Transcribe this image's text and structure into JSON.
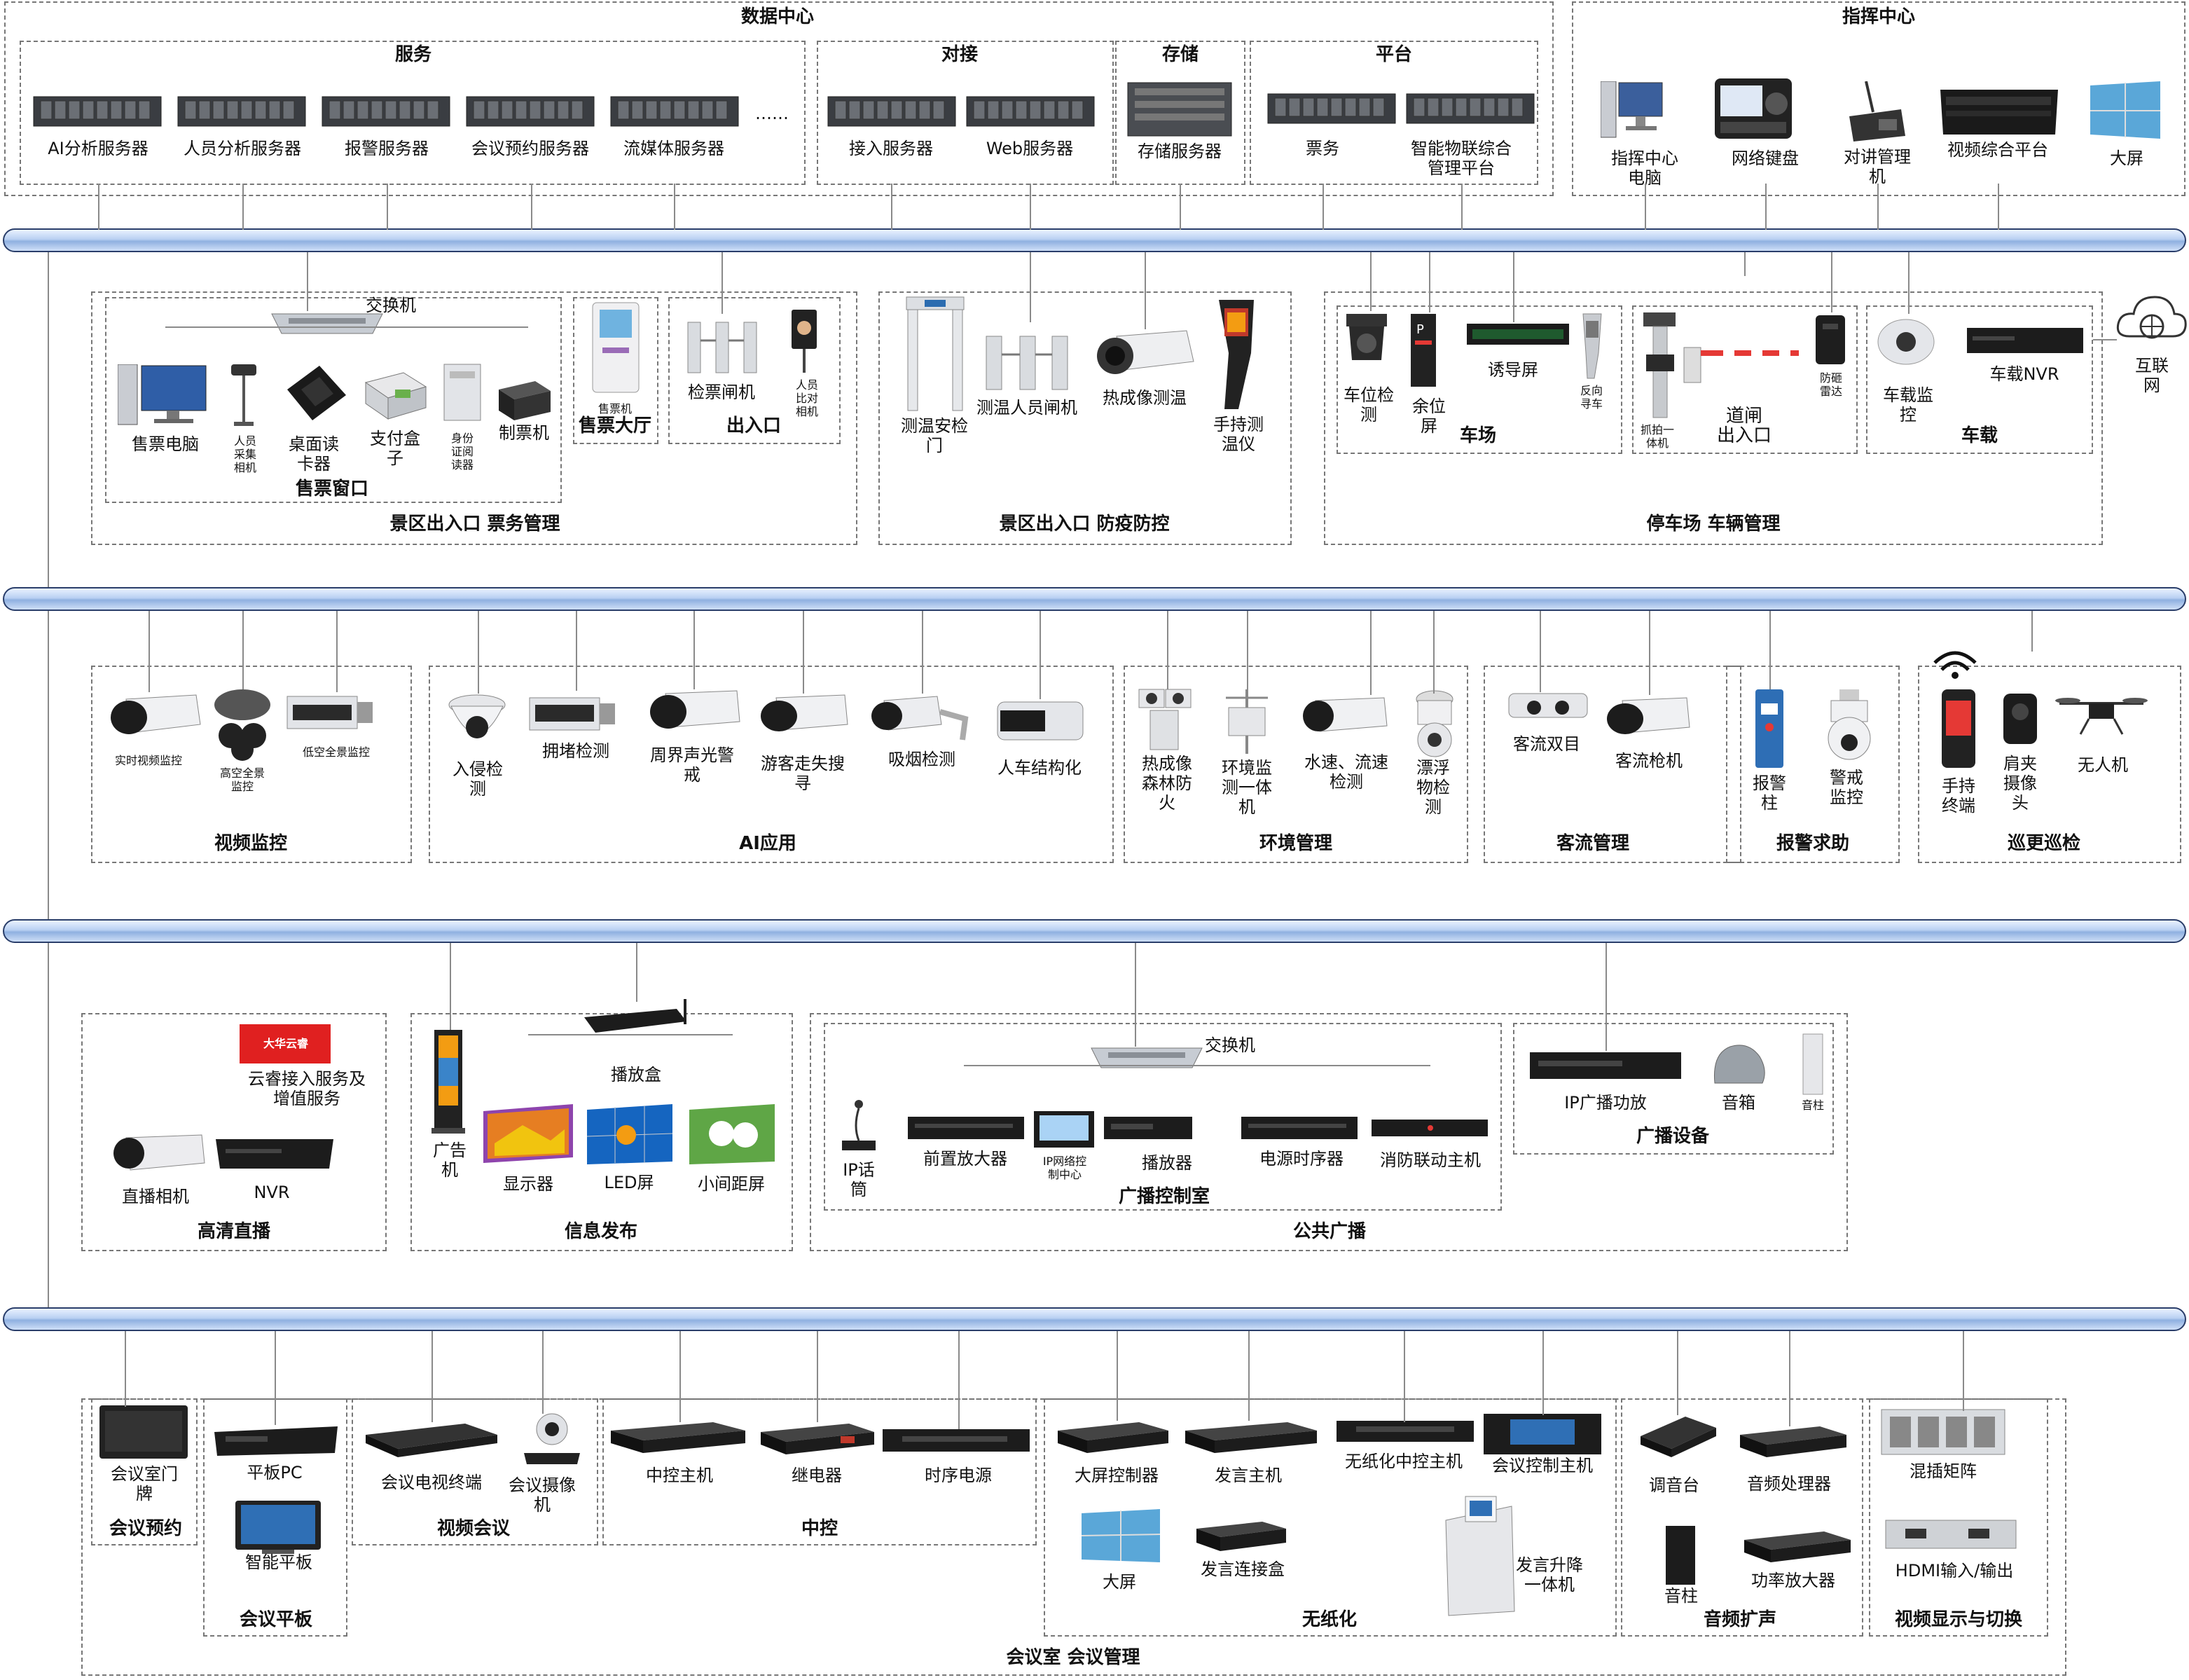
{
  "data_center": {
    "title": "数据中心",
    "service": {
      "title": "服务",
      "items": [
        "AI分析服务器",
        "人员分析服务器",
        "报警服务器",
        "会议预约服务器",
        "流媒体服务器"
      ],
      "ellipsis": "……"
    },
    "access": {
      "title": "对接",
      "items": [
        "接入服务器",
        "Web服务器"
      ]
    },
    "storage": {
      "title": "存储",
      "items": [
        "存储服务器"
      ]
    },
    "platform": {
      "title": "平台",
      "items": [
        "票务",
        "智能物联综合\n管理平台"
      ]
    }
  },
  "command_center": {
    "title": "指挥中心",
    "items": [
      "指挥中心\n电脑",
      "网络键盘",
      "对讲管理\n机",
      "视频综合平台",
      "大屏"
    ]
  },
  "row1": {
    "ticketing": {
      "title": "景区出入口 票务管理",
      "switch_label": "交换机",
      "window": {
        "title": "售票窗口",
        "items": [
          "售票电脑",
          "人员\n采集\n相机",
          "桌面读\n卡器",
          "支付盒\n子",
          "身份\n证阅\n读器",
          "制票机"
        ]
      },
      "hall": {
        "title": "售票大厅",
        "device": "售票机"
      },
      "entrance": {
        "title": "出入口",
        "items": [
          "检票闸机",
          "人员\n比对\n相机"
        ]
      }
    },
    "epidemic": {
      "title": "景区出入口 防疫防控",
      "items": [
        "测温安检\n门",
        "测温人员闸机",
        "热成像测温",
        "手持测\n温仪"
      ]
    },
    "parking": {
      "title": "停车场 车辆管理",
      "lot": {
        "title": "车场",
        "items": [
          "车位检\n测",
          "余位\n屏",
          "诱导屏",
          "反向\n寻车"
        ]
      },
      "gate": {
        "title": "道闸\n出入口",
        "items": [
          "抓拍一\n体机",
          "防砸\n雷达"
        ]
      },
      "vehicle": {
        "title": "车载",
        "items": [
          "车载监\n控",
          "车载NVR"
        ]
      }
    },
    "internet": "互联网"
  },
  "row2": {
    "video": {
      "title": "视频监控",
      "items": [
        "实时视频监控",
        "高空全景\n监控",
        "低空全景监控"
      ]
    },
    "ai": {
      "title": "AI应用",
      "items": [
        "入侵检\n测",
        "拥堵检测",
        "周界声光警\n戒",
        "游客走失搜\n寻",
        "吸烟检测",
        "人车结构化"
      ]
    },
    "env": {
      "title": "环境管理",
      "items": [
        "热成像\n森林防\n火",
        "环境监\n测一体\n机",
        "水速、流速\n检测",
        "漂浮\n物检\n测"
      ]
    },
    "flow": {
      "title": "客流管理",
      "items": [
        "客流双目",
        "客流枪机"
      ]
    },
    "alarm": {
      "title": "报警求助",
      "items": [
        "报警\n柱",
        "警戒\n监控"
      ]
    },
    "patrol": {
      "title": "巡更巡检",
      "items": [
        "手持\n终端",
        "肩夹\n摄像\n头",
        "无人机"
      ]
    }
  },
  "row3": {
    "live": {
      "title": "高清直播",
      "cloud_logo": "大华云睿",
      "cloud_label": "云睿接入服务及\n增值服务",
      "items": [
        "直播相机",
        "NVR"
      ]
    },
    "info": {
      "title": "信息发布",
      "items": [
        "广告\n机",
        "播放盒",
        "显示器",
        "LED屏",
        "小间距屏"
      ]
    },
    "broadcast": {
      "title": "公共广播",
      "switch_label": "交换机",
      "control": {
        "title": "广播控制室",
        "items": [
          "IP话\n筒",
          "前置放大器",
          "IP网络控\n制中心",
          "播放器",
          "电源时序器",
          "消防联动主机"
        ]
      },
      "equipment": {
        "title": "广播设备",
        "items": [
          "IP广播功放",
          "音箱",
          "音柱"
        ]
      }
    }
  },
  "row4": {
    "title": "会议室 会议管理",
    "booking": {
      "title": "会议预约",
      "items": [
        "会议室门\n牌"
      ]
    },
    "tablet": {
      "title": "会议平板",
      "items": [
        "平板PC",
        "智能平板"
      ]
    },
    "videoconf": {
      "title": "视频会议",
      "items": [
        "会议电视终端",
        "会议摄像\n机"
      ]
    },
    "central": {
      "title": "中控",
      "items": [
        "中控主机",
        "继电器",
        "时序电源"
      ]
    },
    "paperless": {
      "title": "无纸化",
      "items": [
        "大屏控制器",
        "发言主机",
        "无纸化中控主机",
        "会议控制主机",
        "大屏",
        "发言连接盒",
        "发言升降\n一体机"
      ]
    },
    "audio": {
      "title": "音频扩声",
      "items": [
        "调音台",
        "音频处理器",
        "音柱",
        "功率放大器"
      ]
    },
    "display": {
      "title": "视频显示与切换",
      "items": [
        "混插矩阵",
        "HDMI输入/输出"
      ]
    }
  }
}
